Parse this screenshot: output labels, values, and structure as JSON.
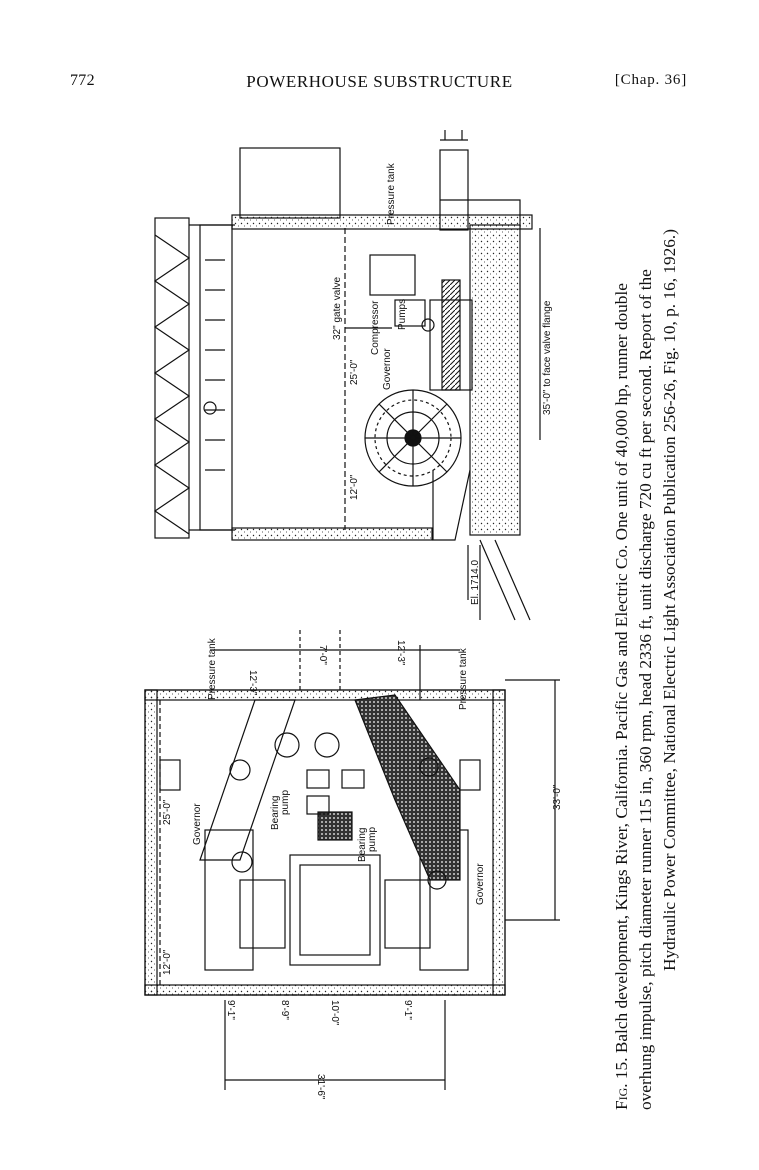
{
  "header": {
    "page_number": "772",
    "running_head": "POWERHOUSE SUBSTRUCTURE",
    "chapter_ref": "[Chap. 36]"
  },
  "figure": {
    "plan_labels": {
      "pressure_tank_1": "Pressure tank",
      "pressure_tank_2": "Pressure tank",
      "governor_1": "Governor",
      "governor_2": "Governor",
      "bearing_pump_1a": "Bearing",
      "bearing_pump_1b": "pump",
      "bearing_pump_2a": "Bearing",
      "bearing_pump_2b": "pump",
      "dim_12_3_top": "12'-3\"",
      "dim_7_0": "7'-0\"",
      "dim_12_3_bottom": "12'-3\"",
      "dim_25_0": "25'-0\"",
      "dim_12_0": "12'-0\"",
      "dim_33_0": "33'-0\"",
      "dim_31_6": "31'-6\"",
      "dim_9a": "9'-1\"",
      "dim_8": "8'-9\"",
      "dim_10": "10'-0\"",
      "dim_9b": "9'-1\""
    },
    "section_labels": {
      "pressure_tank": "Pressure tank",
      "gate_valve": "32\" gate valve",
      "compressor": "Compressor",
      "pumps": "Pumps",
      "governor": "Governor",
      "dim_25_0": "25'-0\"",
      "dim_12_0": "12'-0\"",
      "dim_35_0": "35'-0\" to face valve flange",
      "elevation": "El. 1714.0"
    }
  },
  "caption": {
    "fig_label": "Fig. 15.",
    "line1": "Balch development, Kings River, California. Pacific Gas and Electric Co. One unit of 40,000 hp, runner double",
    "line2": "overhung impulse, pitch diameter runner 115 in, 360 rpm, head 2336 ft, unit discharge 720 cu ft per second. Report of the",
    "line3": "Hydraulic Power Committee, National Electric Light Association Publication 256-26, Fig. 10, p. 16, 1926.)"
  },
  "colors": {
    "ink": "#111111",
    "paper": "#ffffff"
  }
}
